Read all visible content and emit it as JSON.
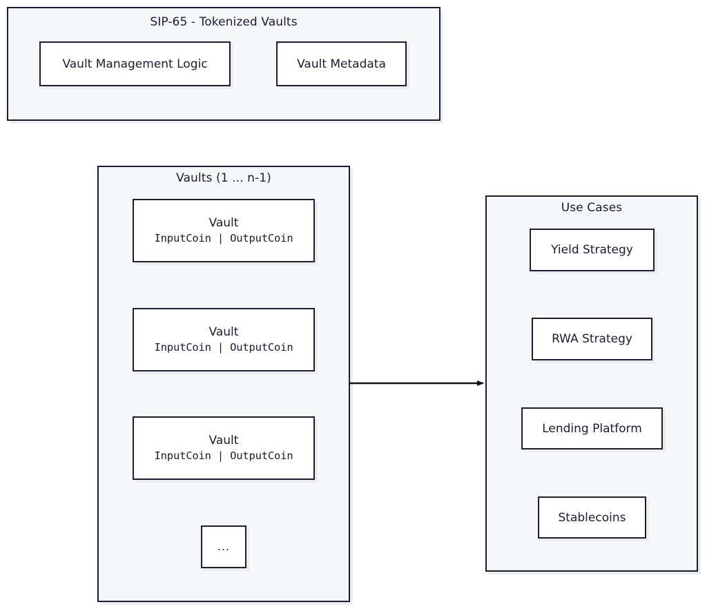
{
  "diagram": {
    "title_text": "SIP-65 - Tokenized Vaults",
    "background": "#ffffff",
    "stroke_color": "#1b1b32",
    "cluster_fill": "#f6f7f9",
    "node_fill": "#ffffff",
    "shadow_color": "#ededed"
  },
  "clusters": {
    "sip65": {
      "title": "SIP-65 - Tokenized Vaults",
      "nodes": [
        {
          "label": "Vault Management Logic"
        },
        {
          "label": "Vault Metadata"
        }
      ]
    },
    "vaults": {
      "title": "Vaults (1 ... n-1)",
      "nodes": [
        {
          "line1": "Vault",
          "line2": "InputCoin | OutputCoin"
        },
        {
          "line1": "Vault",
          "line2": "InputCoin | OutputCoin"
        },
        {
          "line1": "Vault",
          "line2": "InputCoin | OutputCoin"
        },
        {
          "label": "..."
        }
      ]
    },
    "use_cases": {
      "title": "Use Cases",
      "nodes": [
        {
          "label": "Yield Strategy"
        },
        {
          "label": "RWA Strategy"
        },
        {
          "label": "Lending Platform"
        },
        {
          "label": "Stablecoins"
        }
      ]
    }
  },
  "edges": [
    {
      "from": "vaults",
      "to": "use_cases",
      "label": "",
      "arrowhead": "filled-triangle"
    }
  ]
}
